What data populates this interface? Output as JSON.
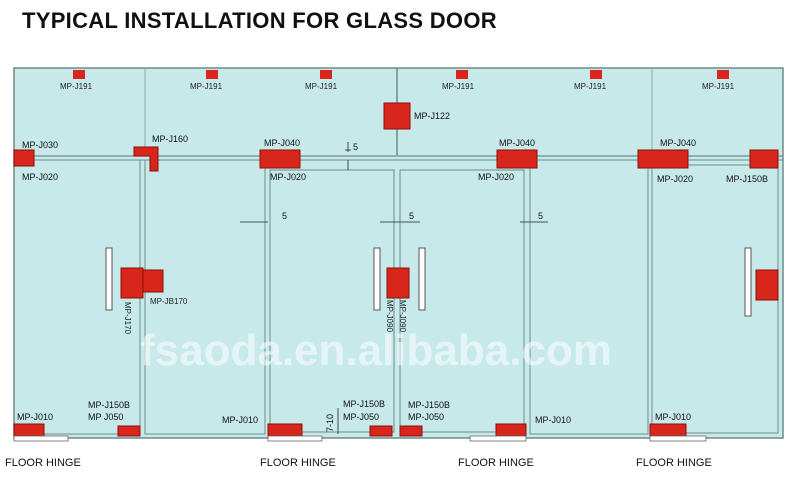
{
  "title": "TYPICAL INSTALLATION FOR GLASS DOOR",
  "watermark": "fsaoda.en.alibaba.com",
  "colors": {
    "glass": "#c7e9ea",
    "frame": "#6f8a8a",
    "fitting": "#d8261c",
    "fitting_dark": "#8a1008"
  },
  "labels": {
    "j191": "MP-J191",
    "j122": "MP-J122",
    "j160": "MP-J160",
    "j030": "MP-J030",
    "j040": "MP-J040",
    "j020": "MP-J020",
    "j150b": "MP-J150B",
    "j150b_bold": "MP-J150B",
    "jb170": "MP-JB170",
    "j010": "MP-J010",
    "j050": "MP J050",
    "j050b": "MP-J050",
    "gap5": "5",
    "gap710": "7-10",
    "vert1": "MP-J170",
    "vert2": "MP-J090",
    "vert3": "MP-J090"
  },
  "floor_hinge": "FLOOR HINGE"
}
